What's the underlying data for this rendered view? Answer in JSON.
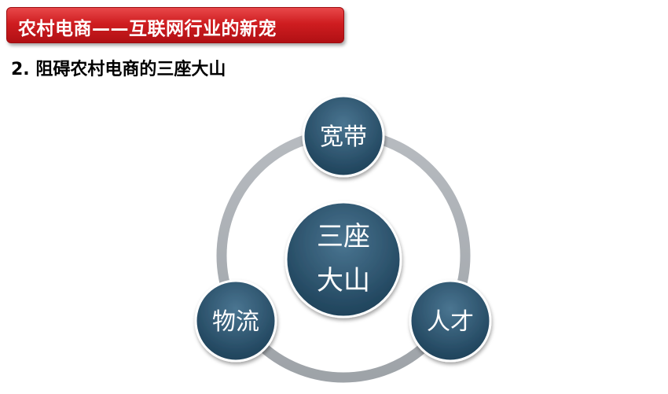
{
  "header": {
    "title": "农村电商——互联网行业的新宠"
  },
  "section": {
    "heading": "2. 阻碍农村电商的三座大山"
  },
  "diagram": {
    "center": {
      "line1": "三座",
      "line2": "大山"
    },
    "nodes": [
      {
        "label": "宽带"
      },
      {
        "label": "人才"
      },
      {
        "label": "物流"
      }
    ],
    "colors": {
      "banner": "#cf1d20",
      "node": "#2d5670",
      "ring": "#a9aeb3"
    }
  }
}
